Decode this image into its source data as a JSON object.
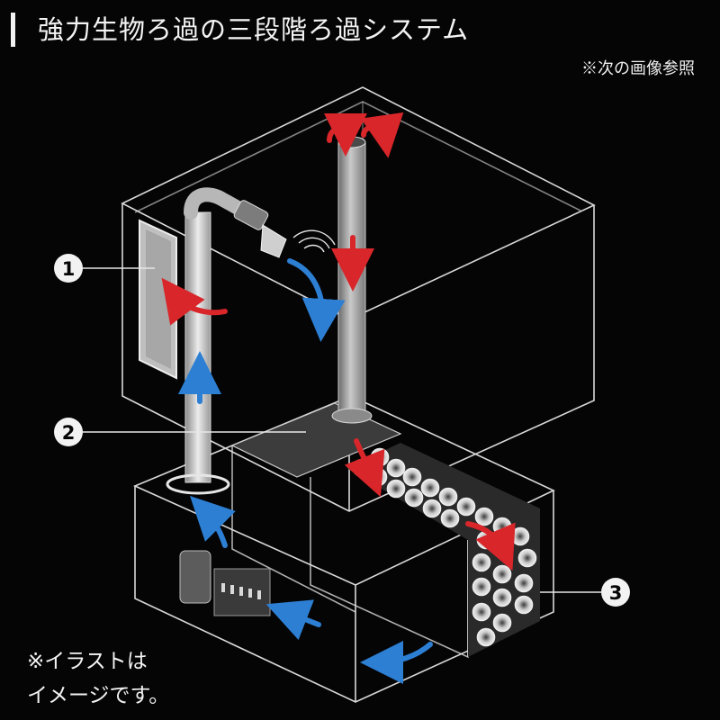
{
  "title": "強力生物ろ過の三段階ろ過システム",
  "note_top": "※次の画像参照",
  "note_bottom_line1": "※イラストは",
  "note_bottom_line2": "イメージです。",
  "callouts": [
    {
      "label": "1"
    },
    {
      "label": "2"
    },
    {
      "label": "3"
    }
  ],
  "colors": {
    "background": "#050505",
    "outline": "#d9d9d9",
    "flow_red": "#d8262a",
    "flow_blue": "#2d7fd4",
    "pipe": "#9a9a9a"
  }
}
